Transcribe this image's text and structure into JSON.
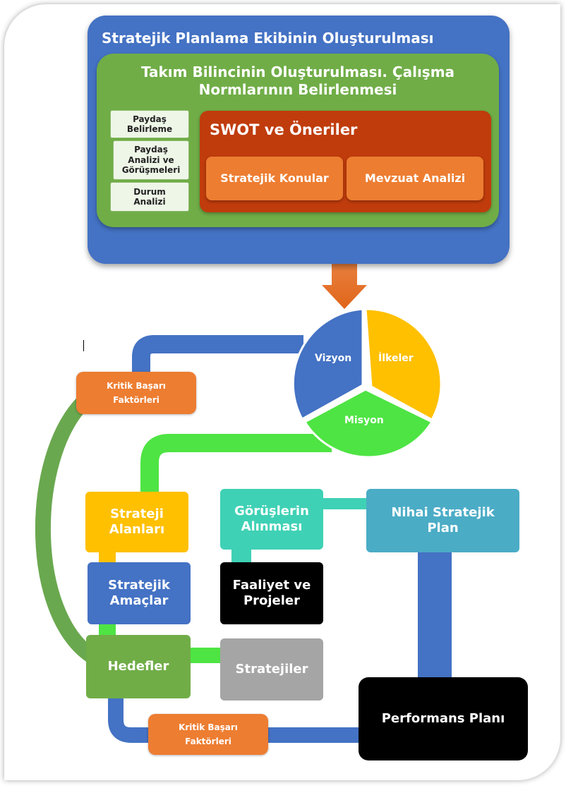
{
  "planning": {
    "title": "Stratejik Planlama Ekibinin Oluşturulması",
    "team_title_line1": "Takım Bilincinin Oluşturulması. Çalışma",
    "team_title_line2": "Normlarının Belirlenmesi",
    "side_items": [
      {
        "line1": "Paydaş",
        "line2": "Belirleme"
      },
      {
        "line1": "Paydaş",
        "line2": "Analizi ve",
        "line3": "Görüşmeleri"
      },
      {
        "line1": "Durum",
        "line2": "Analizi"
      }
    ],
    "swot_title": "SWOT ve Öneriler",
    "strategic_topics": "Stratejik Konular",
    "legislation_analysis": "Mevzuat Analizi"
  },
  "cycle": {
    "vision": "Vizyon",
    "principles": "İlkeler",
    "mission": "Misyon"
  },
  "ksf_top": {
    "line1": "Kritik Başarı",
    "line2": "Faktörleri"
  },
  "ksf_bottom": {
    "line1": "Kritik Başarı",
    "line2": "Faktörleri"
  },
  "flow": {
    "strategy_areas": {
      "line1": "Strateji",
      "line2": "Alanları"
    },
    "strategic_goals": {
      "line1": "Stratejik",
      "line2": "Amaçlar"
    },
    "targets": "Hedefler",
    "strategies": "Stratejiler",
    "activities": {
      "line1": "Faaliyet ve",
      "line2": "Projeler"
    },
    "opinions": {
      "line1": "Görüşlerin",
      "line2": "Alınması"
    },
    "final_plan": {
      "line1": "Nihai Stratejik",
      "line2": "Plan"
    },
    "performance_plan": "Performans Planı"
  },
  "colors": {
    "blue": "#4472c4",
    "green": "#70ad47",
    "orange": "#ed7d31",
    "dark_orange": "#c03c0c",
    "yellow": "#ffc000",
    "teal": "#3fd1b5",
    "light_blue": "#4bacc6",
    "gray": "#a5a5a5",
    "lime": "#4ee443",
    "black": "#000000"
  }
}
